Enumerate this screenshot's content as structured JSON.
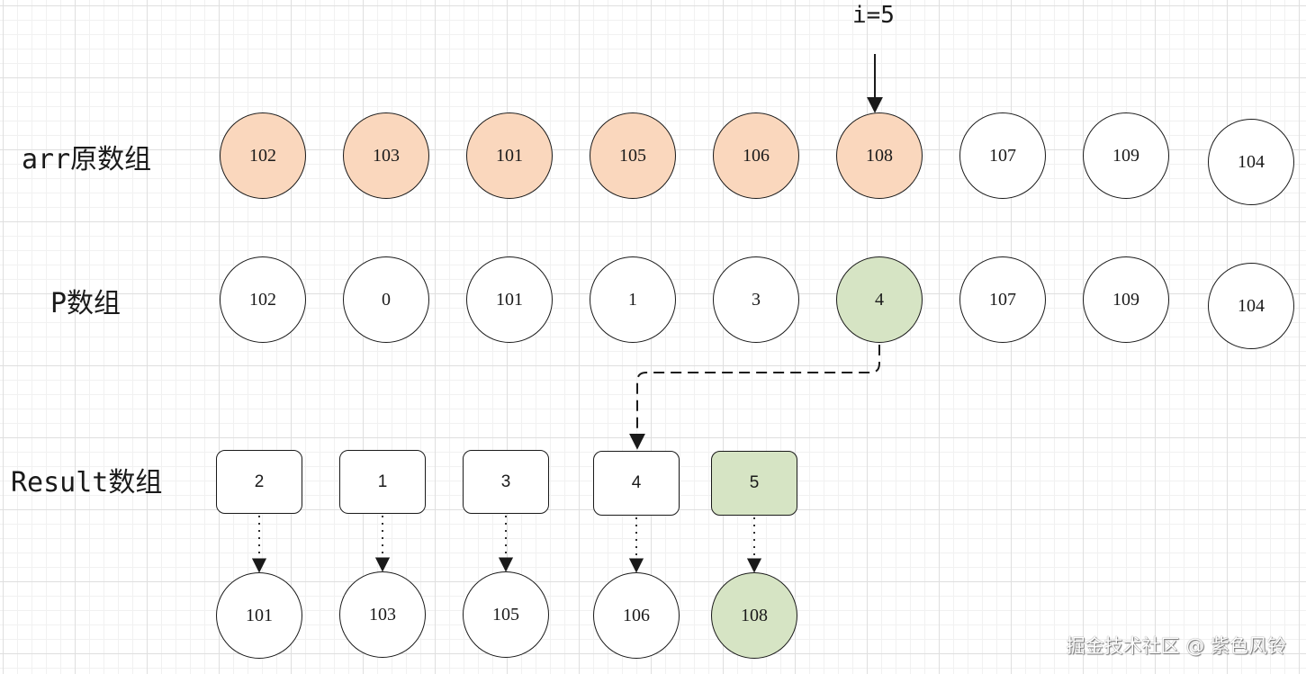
{
  "labels": {
    "arr": "arr原数组",
    "p": "P数组",
    "result": "Result数组",
    "pointer": "i=5"
  },
  "arr": [
    "102",
    "103",
    "101",
    "105",
    "106",
    "108",
    "107",
    "109",
    "104"
  ],
  "arr_highlight_count": 6,
  "p": [
    "102",
    "0",
    "101",
    "1",
    "3",
    "4",
    "107",
    "109",
    "104"
  ],
  "p_highlight_index": 5,
  "result": [
    "2",
    "1",
    "3",
    "4",
    "5"
  ],
  "result_values": [
    "101",
    "103",
    "105",
    "106",
    "108"
  ],
  "result_highlight_index": 4,
  "colors": {
    "orange_fill": "#fad7bd",
    "green_fill": "#d6e4c4",
    "stroke": "#1a1a1a"
  },
  "watermark": "掘金技术社区 @ 紫色风铃"
}
